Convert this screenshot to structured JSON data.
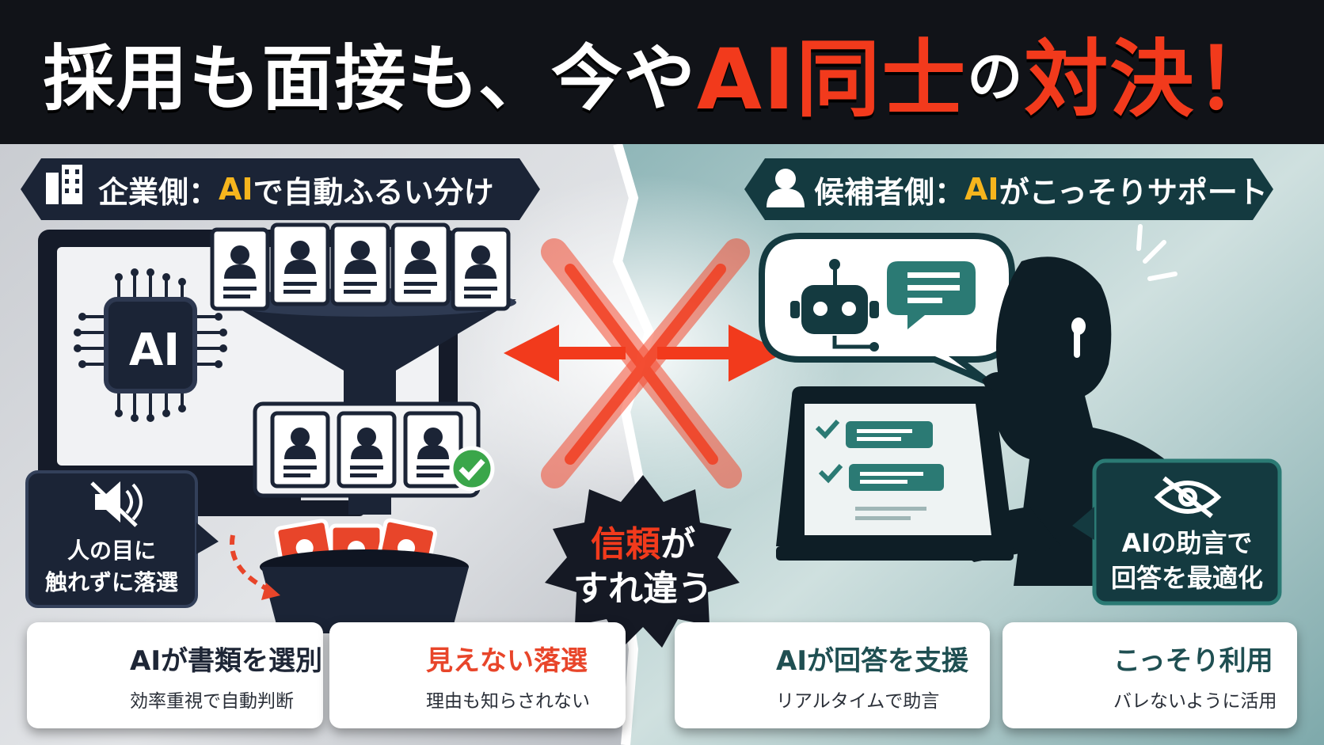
{
  "title": {
    "part1": "採用も面接も、今や",
    "part2": "AI同士",
    "part3": "の",
    "part4": "対決！"
  },
  "left_header": {
    "label_prefix": "企業側：",
    "label_ai": "AI",
    "label_suffix": "で自動ふるい分け",
    "icon": "building-icon"
  },
  "right_header": {
    "label_prefix": "候補者側：",
    "label_ai": "AI",
    "label_suffix": "がこっそりサポート",
    "icon": "person-icon"
  },
  "ai_chip": "AI",
  "mute_callout": {
    "line1": "人の目に",
    "line2": "触れずに落選",
    "icon": "muted-speaker-icon"
  },
  "hidden_callout": {
    "line1": "AIの助言で",
    "line2": "回答を最適化",
    "icon": "eye-slash-icon"
  },
  "center_burst": {
    "line1_red": "信頼",
    "line1_white": "が",
    "line2": "すれ違う"
  },
  "cards": [
    {
      "title": "AIが書類を選別",
      "subtitle": "効率重視で自動判断",
      "icon": "funnel-icon"
    },
    {
      "title": "見えない落選",
      "subtitle": "理由も知らされない",
      "icon": "trash-x-icon"
    },
    {
      "title": "AIが回答を支援",
      "subtitle": "リアルタイムで助言",
      "icon": "headset-robot-icon"
    },
    {
      "title": "こっそり利用",
      "subtitle": "バレないように活用",
      "icon": "mask-icon"
    }
  ],
  "colors": {
    "accent_red": "#f23a1c",
    "accent_yellow": "#f6b51d",
    "navy": "#1b2436",
    "teal": "#2b7a74",
    "dark_teal": "#143a40"
  }
}
